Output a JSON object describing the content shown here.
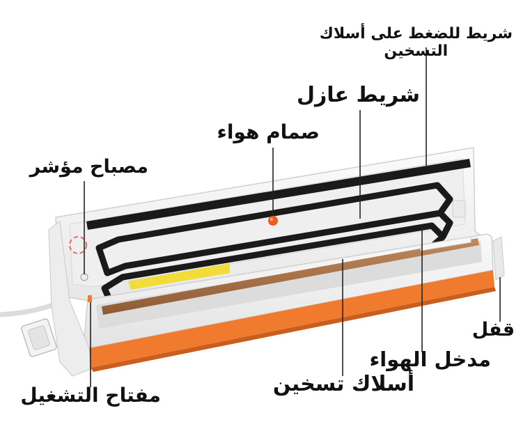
{
  "labels": {
    "pressure_strip_line1": "شريط للضغط على أسلاك",
    "pressure_strip_line2": "التسخين",
    "insulating_strip": "شريط عازل",
    "air_valve": "صمام هواء",
    "indicator_lamp": "مصباح مؤشر",
    "lock": "قفل",
    "air_inlet": "مدخل الهواء",
    "heating_wires": "أسلاك تسخين",
    "power_switch": "مفتاح التشغيل"
  },
  "colors": {
    "orange_base": "#f07a2e",
    "gasket_black": "#1a1a1a",
    "heating_wire": "#a8724a",
    "yellow_strip": "#f2dc3a",
    "valve_orange": "#f05a1e",
    "body_white": "#f6f6f6",
    "leader_line": "#222222"
  }
}
